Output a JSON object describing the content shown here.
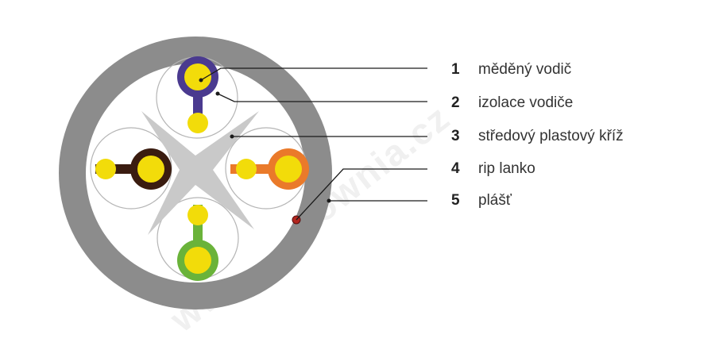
{
  "watermark": "www.hurtownia.cz",
  "legend": [
    {
      "num": "1",
      "label": "měděný vodič"
    },
    {
      "num": "2",
      "label": "izolace vodiče"
    },
    {
      "num": "3",
      "label": "středový plastový kříž"
    },
    {
      "num": "4",
      "label": "rip lanko"
    },
    {
      "num": "5",
      "label": "plášť"
    }
  ],
  "colors": {
    "jacket": "#8c8c8c",
    "cross": "#c9c9c9",
    "copper": "#f2dc0a",
    "pair_blue": "#4a3a8f",
    "pair_brown": "#3a1c10",
    "pair_orange": "#ea7a2a",
    "pair_green": "#6ab33a",
    "rip_cord": "#b3261e",
    "leader": "#1a1a1a"
  }
}
